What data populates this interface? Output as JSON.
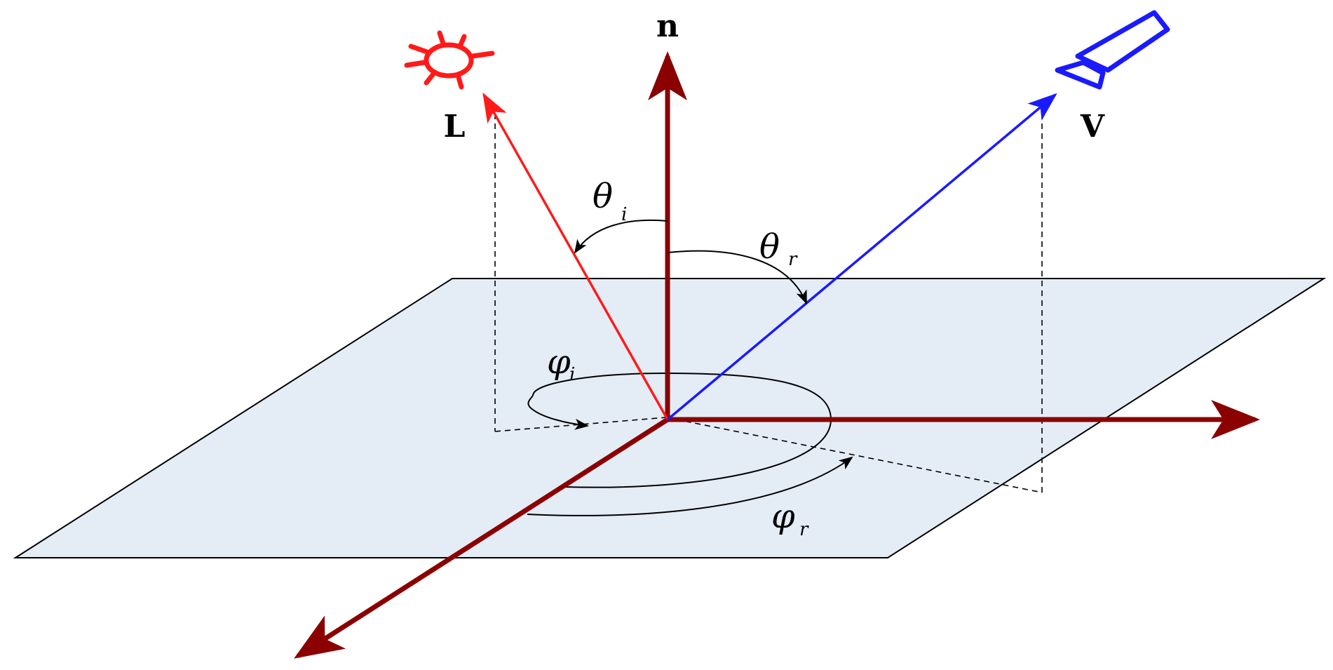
{
  "labels": {
    "normal": "n",
    "light": "L",
    "view": "V",
    "theta_i": {
      "symbol": "θ",
      "sub": "i"
    },
    "theta_r": {
      "symbol": "θ",
      "sub": "r"
    },
    "phi_i": {
      "symbol": "φ",
      "sub": "i"
    },
    "phi_r": {
      "symbol": "φ",
      "sub": "r"
    }
  },
  "colors": {
    "axis": "#8b0000",
    "light": "#ff1a1a",
    "view": "#1a1aff",
    "surface_fill": "#e4ecf6",
    "surface_stroke": "#000000",
    "annotation": "#000000"
  },
  "icons": {
    "light_source": "sun-icon",
    "viewer": "camera-icon"
  }
}
